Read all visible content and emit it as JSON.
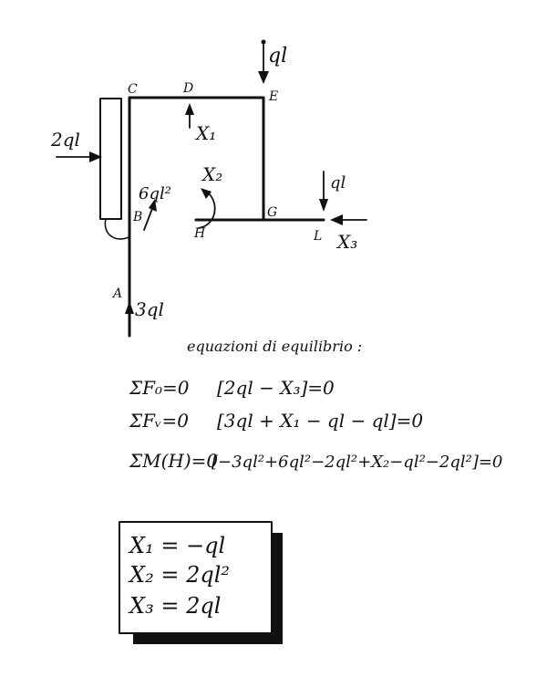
{
  "points": {
    "A": "A",
    "B": "B",
    "C": "C",
    "D": "D",
    "E": "E",
    "G": "G",
    "H": "H",
    "L": "L"
  },
  "loads": {
    "top_force": "ql",
    "horizontal_force": "2ql",
    "moment_at_B": "6ql²",
    "force_at_L": "ql",
    "reaction_A": "3ql"
  },
  "unknowns": {
    "x1": "X₁",
    "x2": "X₂",
    "x3": "X₃"
  },
  "equations": {
    "heading": "equazioni di equilibrio :",
    "eq1_label": "ΣF₀=0",
    "eq1_body": "[2ql − X₃]=0",
    "eq2_label": "ΣFᵥ=0",
    "eq2_body": "[3ql + X₁ − ql − ql]=0",
    "eq3_label": "ΣM(H)=0",
    "eq3_body": "[−3ql²+6ql²−2ql²+X₂−ql²−2ql²]=0"
  },
  "results": {
    "r1": "X₁ = −ql",
    "r2": "X₂ = 2ql²",
    "r3": "X₃ = 2ql"
  }
}
